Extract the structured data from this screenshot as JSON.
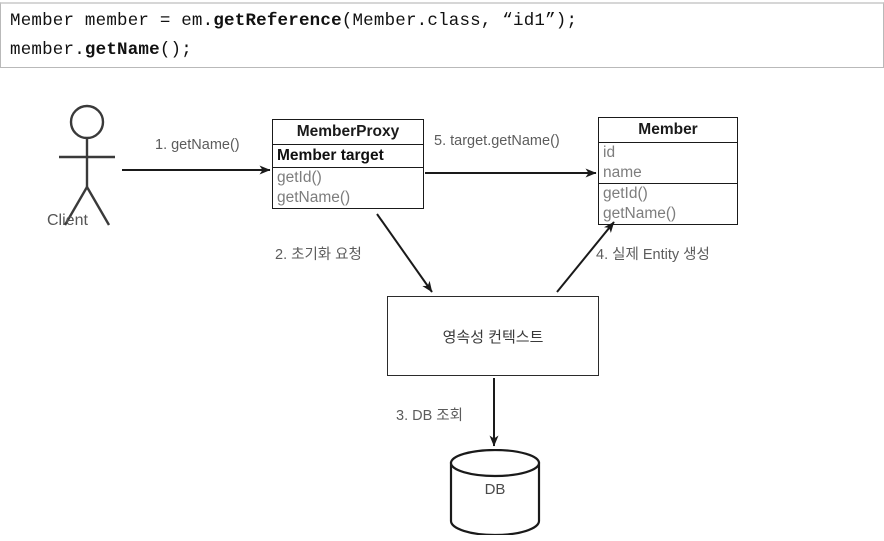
{
  "code": {
    "line1_pre": "Member member = em.",
    "line1_bold": "getReference",
    "line1_post": "(Member.class, “id1”);",
    "line2_pre": "member.",
    "line2_bold": "getName",
    "line2_post": "();"
  },
  "actor": {
    "name": "Client",
    "icon": "stick-figure-actor"
  },
  "proxy_class": {
    "title": "MemberProxy",
    "attributes": [
      "Member target"
    ],
    "methods": [
      "getId()",
      "getName()"
    ]
  },
  "entity_class": {
    "title": "Member",
    "attributes": [
      "id",
      "name"
    ],
    "methods": [
      "getId()",
      "getName()"
    ]
  },
  "persistence_context": {
    "label": "영속성 컨텍스트"
  },
  "database": {
    "label": "DB",
    "icon": "database-cylinder"
  },
  "flow_labels": {
    "step1": "1. getName()",
    "step2": "2. 초기화 요청",
    "step3": "3. DB 조회",
    "step4": "4. 실제 Entity 생성",
    "step5": "5. target.getName()"
  },
  "colors": {
    "stroke": "#1a1a1a",
    "label_text": "#5c5c5c",
    "method_text": "#7d7d7d",
    "background": "#ffffff",
    "code_border": "#b9b9b9"
  }
}
